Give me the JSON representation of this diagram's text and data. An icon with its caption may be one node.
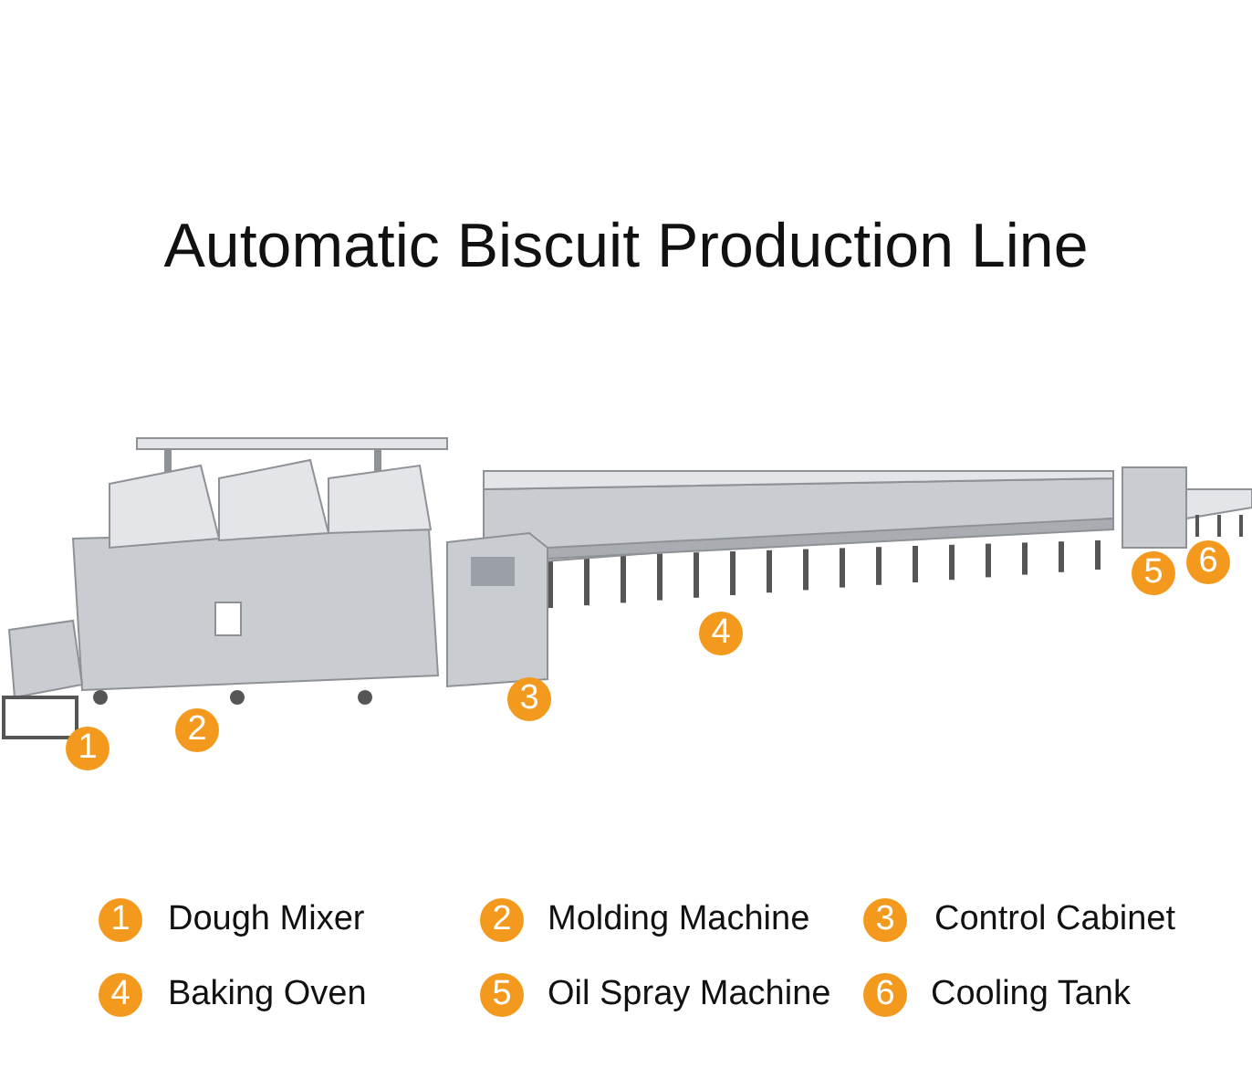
{
  "diagram": {
    "title": "Automatic Biscuit Production Line",
    "labels": [
      "2",
      "1",
      "3",
      "4",
      "5",
      "6",
      "1",
      "Dough Mixer",
      "2",
      "Molding Machine",
      "3",
      "Control Cabinet",
      "4",
      "Baking Oven",
      "5",
      "Oil Spray Machine",
      "6",
      "Cooling Tank"
    ]
  }
}
